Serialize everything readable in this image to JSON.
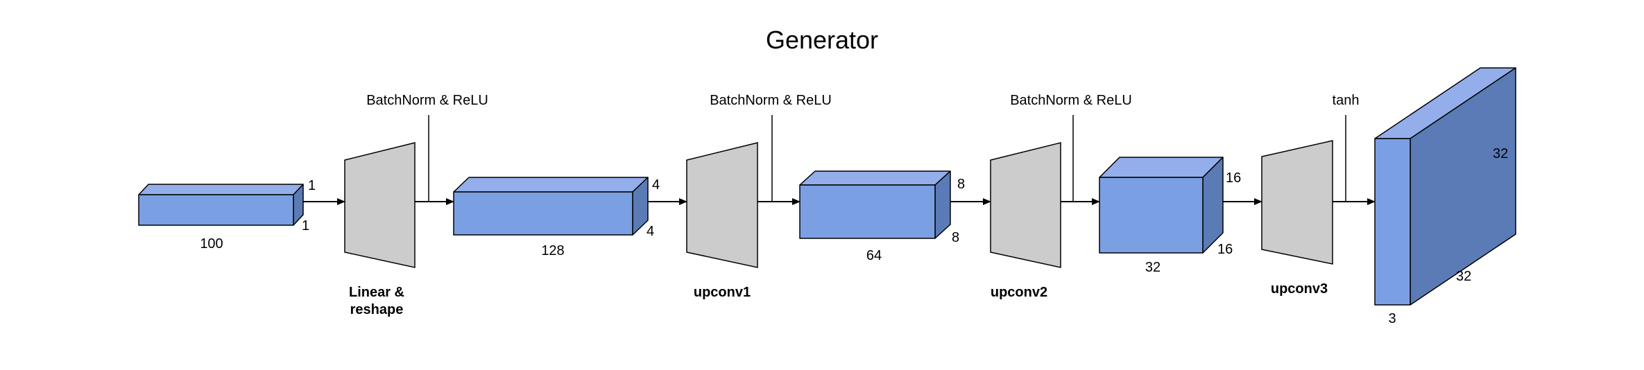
{
  "title": "Generator",
  "colors": {
    "box_front": "#7b9fe3",
    "box_top": "#93aeea",
    "box_side": "#5b7bb7",
    "layer_fill": "#cccccc",
    "line": "#000000"
  },
  "tensors": [
    {
      "width": "100",
      "height": "1",
      "depth": "1"
    },
    {
      "width": "128",
      "height": "4",
      "depth": "4"
    },
    {
      "width": "64",
      "height": "8",
      "depth": "8"
    },
    {
      "width": "32",
      "height": "16",
      "depth": "16"
    },
    {
      "width": "3",
      "height": "32",
      "depth": "32"
    }
  ],
  "layers": [
    {
      "name_line1": "Linear &",
      "name_line2": "reshape",
      "activation": "BatchNorm & ReLU"
    },
    {
      "name_line1": "upconv1",
      "name_line2": "",
      "activation": "BatchNorm & ReLU"
    },
    {
      "name_line1": "upconv2",
      "name_line2": "",
      "activation": "BatchNorm & ReLU"
    },
    {
      "name_line1": "upconv3",
      "name_line2": "",
      "activation": "tanh"
    }
  ]
}
